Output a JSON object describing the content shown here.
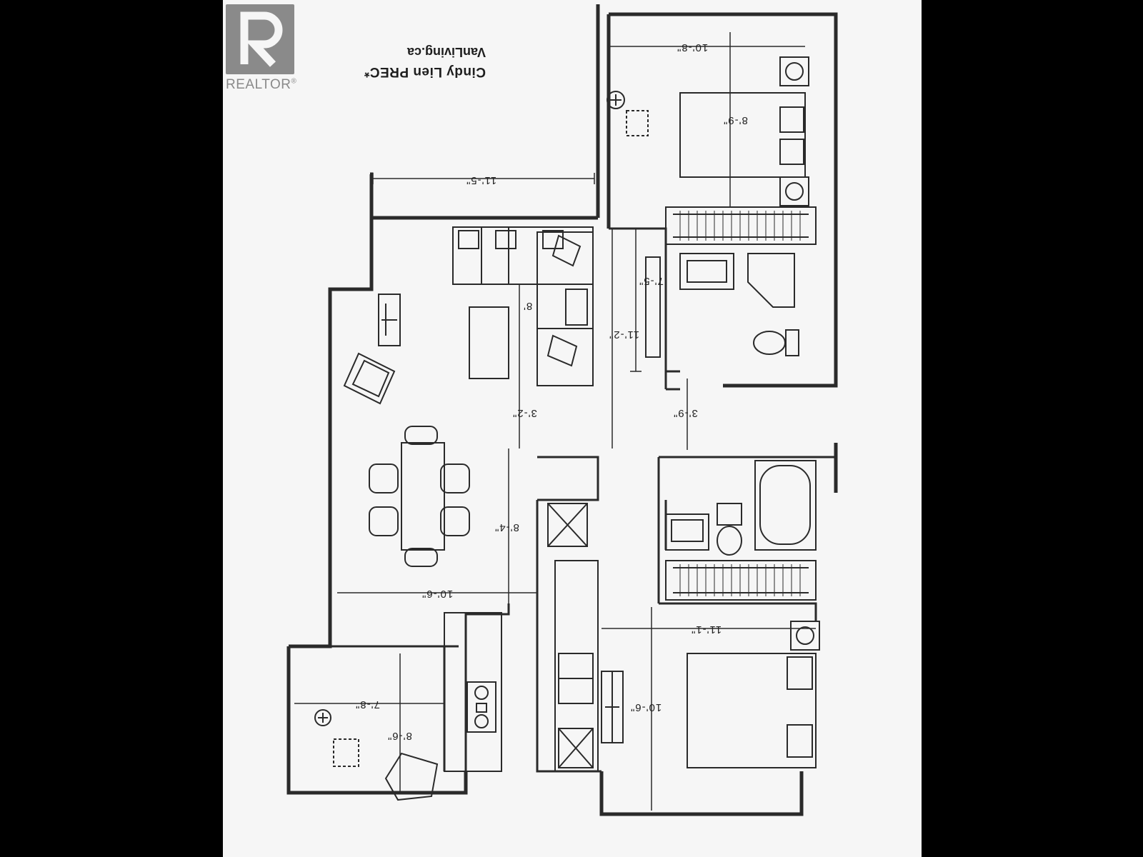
{
  "logo": {
    "wordmark": "REALTOR",
    "mark": "®",
    "letter": "R",
    "color": "#8a8a8a"
  },
  "credit": {
    "name": "Cindy Lien PREC*",
    "site": "VanLiving.ca"
  },
  "dimensions": {
    "bedroom_top_width": "10'-8\"",
    "bedroom_top_depth": "8'-9\"",
    "living_width": "11'-5\"",
    "living_depth": "11'-2\"",
    "sofa_depth": "8'",
    "ensuite_depth": "7'-5\"",
    "walkway": "3'-2\"",
    "hall": "3'-9\"",
    "dining_depth": "8'-4\"",
    "dining_width": "10'-6\"",
    "master_width": "11'-1\"",
    "master_depth": "10'-6\"",
    "den_width": "7'-8\"",
    "den_depth": "8'-6\""
  },
  "colors": {
    "background": "#000000",
    "sheet": "#f6f6f6",
    "ink": "#2a2a2a"
  }
}
